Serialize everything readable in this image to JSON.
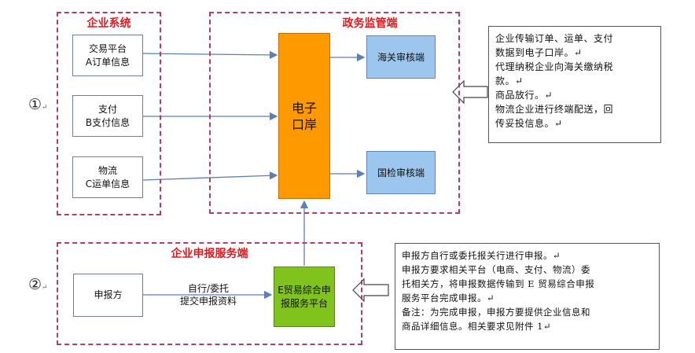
{
  "enterprise_system": {
    "title": "企业系统",
    "items": [
      {
        "line1": "交易平台",
        "line2": "A订单信息"
      },
      {
        "line1": "支付",
        "line2": "B支付信息"
      },
      {
        "line1": "物流",
        "line2": "C运单信息"
      }
    ]
  },
  "gov_supervision": {
    "title": "政务监管端",
    "port_line1": "电子",
    "port_line2": "口岸",
    "customs": "海关审核端",
    "inspection": "国检审核端"
  },
  "declaration_service": {
    "title": "企业申报服务端",
    "declarant": "申报方",
    "platform_line1": "E贸易综合申",
    "platform_line2": "报服务平台",
    "arrow_label_line1": "自行/委托",
    "arrow_label_line2": "提交申报资料"
  },
  "markers": {
    "one": "①",
    "two": "②",
    "mark": "↵"
  },
  "note_top": [
    "企业传输订单、运单、支付",
    "数据到电子口岸。↵",
    "代理纳税企业向海关缴纳税",
    "款。↵",
    "商品放行。↵",
    "物流企业进行终端配送，回",
    "传妥投信息。↵"
  ],
  "note_bottom": [
    "申报方自行或委托报关行进行申报。↵",
    "申报方要求相关平台（电商、支付、物流）委",
    "托相关方，将申报数据传输到 E 贸易综合申报",
    "服务平台完成申报。↵",
    "备注：为完成申报，申报方要提供企业信息和",
    "商品详细信息。相关要求见附件 1↵"
  ],
  "colors": {
    "dash": "#b04060",
    "title": "#e0191e",
    "port": "#ff9900",
    "platform": "#7fc31c",
    "audit": "#9cc6ee",
    "arrow": "#5b7fb8"
  }
}
